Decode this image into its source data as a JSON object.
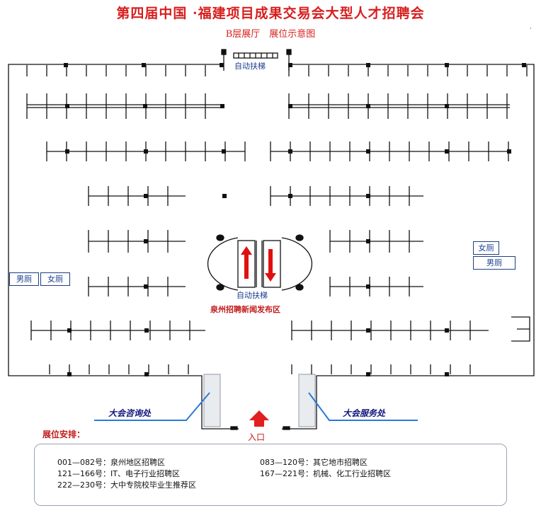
{
  "title": "第四届中国 ·福建项目成果交易会大型人才招聘会",
  "subtitle": "B层展厅　展位示意图",
  "labels": {
    "escalator_top": "自动扶梯",
    "escalator_center": "自动扶梯",
    "press_area": "泉州招聘新闻发布区",
    "restroom_male": "男厕",
    "restroom_female": "女厕",
    "consult_desk": "大会咨询处",
    "service_desk": "大会服务处",
    "entrance": "入口"
  },
  "arrangement": {
    "heading": "展位安排：",
    "items": [
      "001—082号：泉州地区招聘区",
      "083—120号：其它地市招聘区",
      "121—166号：IT、电子行业招聘区",
      "167—221号：机械、化工行业招聘区",
      "222—230号：大中专院校毕业生推荐区"
    ]
  },
  "colors": {
    "title_red": "#d81e1e",
    "label_blue": "#1a3d8f",
    "arrow_red": "#e01010",
    "desk_line_blue": "#2a7ad8",
    "entrance_red": "#e02020"
  }
}
